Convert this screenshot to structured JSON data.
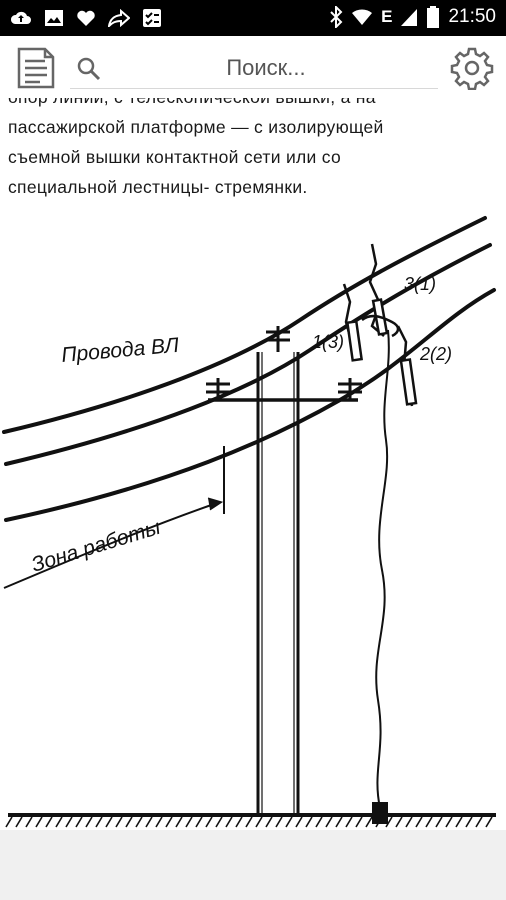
{
  "status_bar": {
    "time": "21:50",
    "network": "E",
    "left_icons": [
      "cloud-upload-icon",
      "image-icon",
      "heart-icon",
      "share-icon",
      "checklist-icon"
    ],
    "right_icons": [
      "bluetooth-icon",
      "wifi-icon",
      "signal-icon",
      "battery-icon"
    ]
  },
  "toolbar": {
    "search_placeholder": "Поиск...",
    "left_icon": "document-icon",
    "search_icon": "search-icon",
    "right_icon": "gear-icon"
  },
  "article": {
    "lines": [
      "опор линии, с телескопической вышки, а на",
      "пассажирской платформе — с изолирующей",
      "съемной вышки контактной сети или со",
      "специальной лестницы- стремянки."
    ]
  },
  "figure": {
    "labels": {
      "wires": "Провода ВЛ",
      "work_zone": "Зона работы",
      "clamp_1": "1(3)",
      "clamp_2": "2(2)",
      "clamp_3": "3(1)"
    }
  }
}
